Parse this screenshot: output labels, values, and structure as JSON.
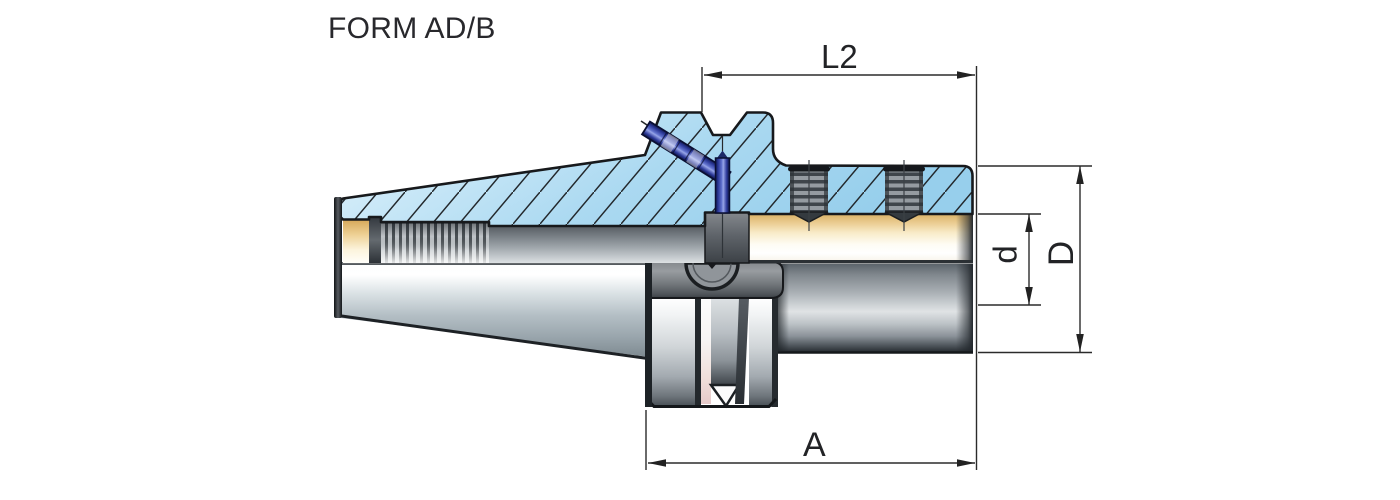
{
  "title": "FORM AD/B",
  "dimension_labels": {
    "l2": "L2",
    "a": "A",
    "d_small": "d",
    "d_big": "D"
  },
  "colors": {
    "section_hatch_fill": "#aed8f1",
    "coolant_channel_blue": "#2d3a9a",
    "bore_gold": "#e8ca8e",
    "steel_light": "#c9ced2",
    "steel_dark": "#3a4045",
    "outline": "#17191c",
    "dimension_lines": "#2b2b2b",
    "background": "#ffffff"
  }
}
